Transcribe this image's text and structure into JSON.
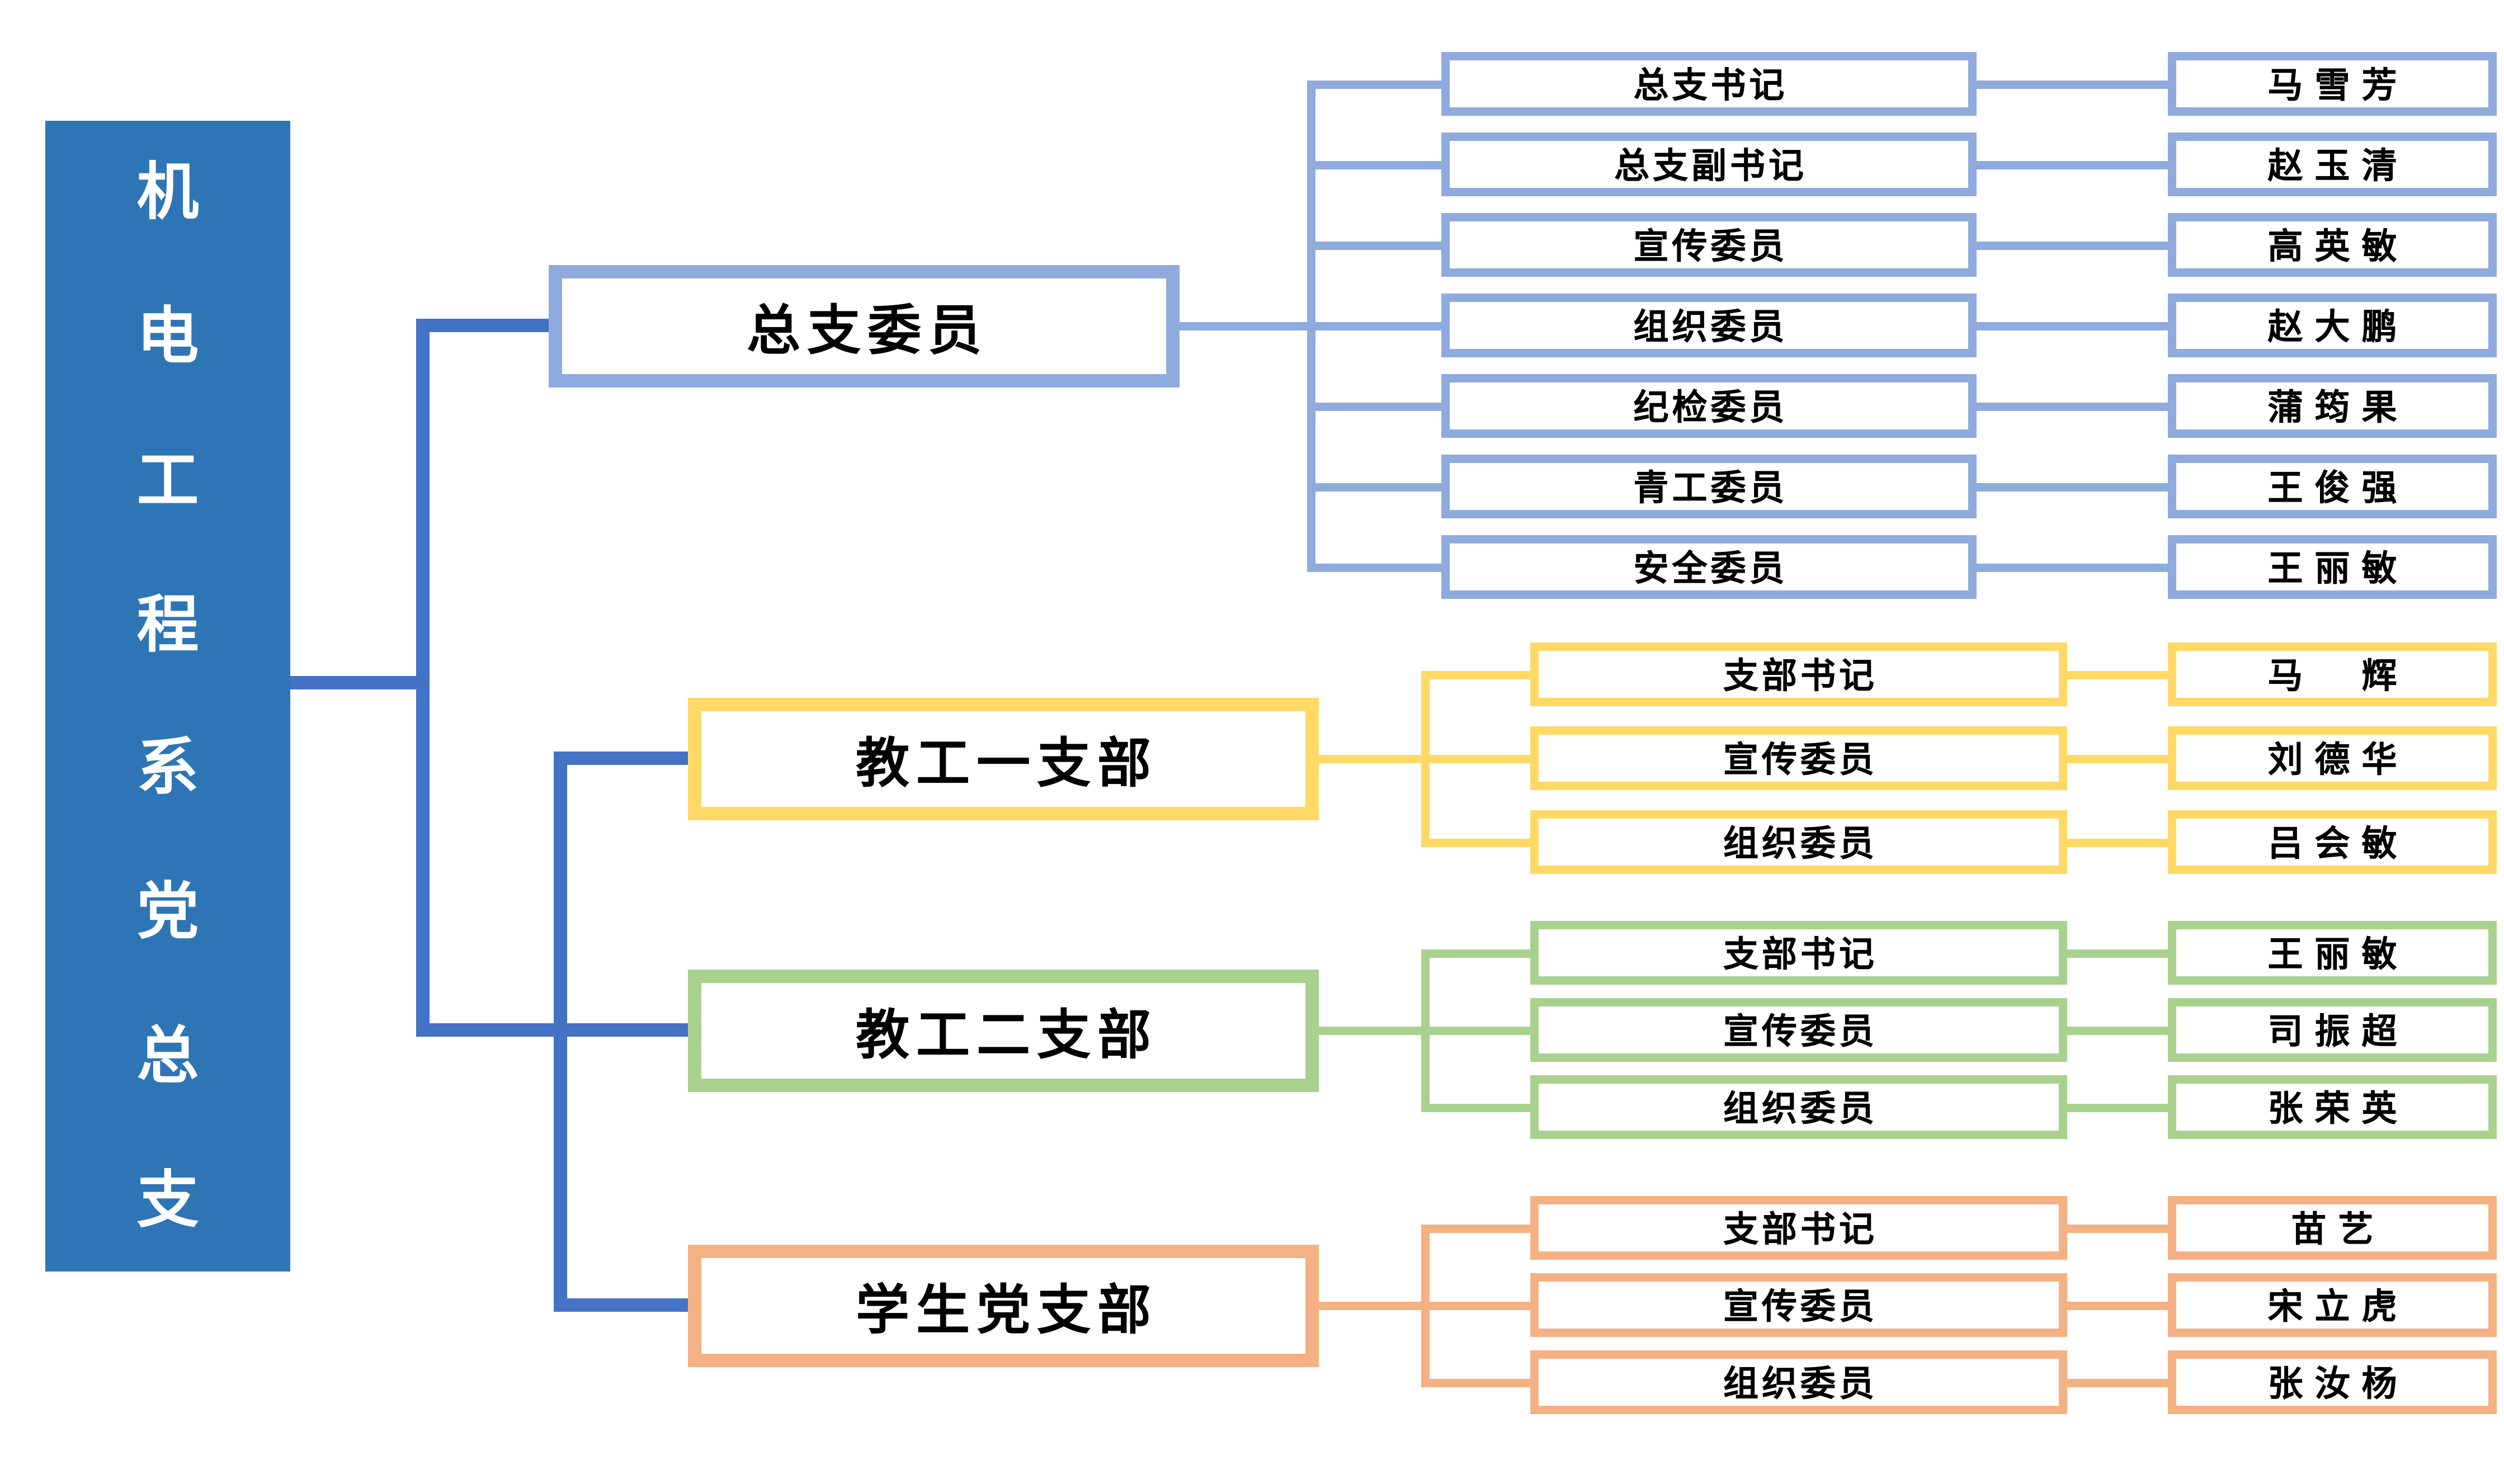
{
  "page": {
    "background": "#FFFFFF"
  },
  "root": {
    "title": "机电工程系党总支",
    "fill": "#2E75B6",
    "text_color": "#FFFFFF"
  },
  "tree": {
    "line_color": "#4472C4"
  },
  "branches": [
    {
      "id": "zongzhi-weiyuan",
      "label": "总支委员",
      "color": "#8FAADC",
      "rows": [
        {
          "role": "总支书记",
          "name": "马雪芳"
        },
        {
          "role": "总支副书记",
          "name": "赵玉清"
        },
        {
          "role": "宣传委员",
          "name": "高英敏"
        },
        {
          "role": "组织委员",
          "name": "赵大鹏"
        },
        {
          "role": "纪检委员",
          "name": "蒲筠果"
        },
        {
          "role": "青工委员",
          "name": "王俊强"
        },
        {
          "role": "安全委员",
          "name": "王丽敏"
        }
      ]
    },
    {
      "id": "jiaogong-yi-zhibu",
      "label": "教工一支部",
      "color": "#FFD966",
      "rows": [
        {
          "role": "支部书记",
          "name": "马　辉"
        },
        {
          "role": "宣传委员",
          "name": "刘德华"
        },
        {
          "role": "组织委员",
          "name": "吕会敏"
        }
      ]
    },
    {
      "id": "jiaogong-er-zhibu",
      "label": "教工二支部",
      "color": "#A9D18E",
      "rows": [
        {
          "role": "支部书记",
          "name": "王丽敏"
        },
        {
          "role": "宣传委员",
          "name": "司振超"
        },
        {
          "role": "组织委员",
          "name": "张荣英"
        }
      ]
    },
    {
      "id": "xuesheng-dangzhibu",
      "label": "学生党支部",
      "color": "#F4B183",
      "rows": [
        {
          "role": "支部书记",
          "name": "苗艺"
        },
        {
          "role": "宣传委员",
          "name": "宋立虎"
        },
        {
          "role": "组织委员",
          "name": "张汝杨"
        }
      ]
    }
  ]
}
